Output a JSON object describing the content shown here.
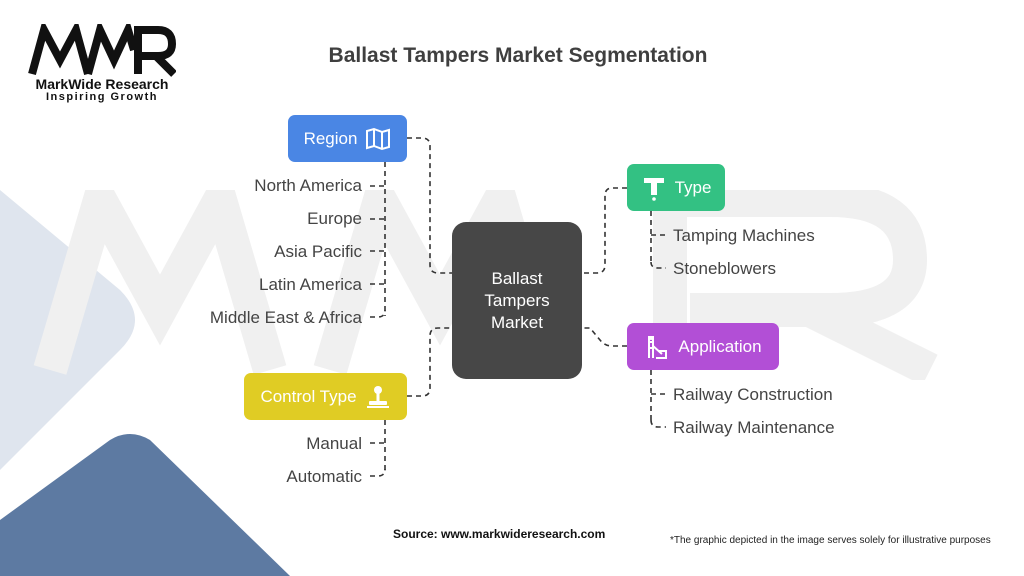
{
  "logo": {
    "mark": "MWR",
    "name": "MarkWide Research",
    "tagline": "Inspiring Growth"
  },
  "title": "Ballast Tampers Market Segmentation",
  "center": {
    "label": "Ballast Tampers Market"
  },
  "segments": {
    "region": {
      "label": "Region",
      "color": "#4a86e4",
      "icon": "map-icon",
      "items": [
        "North America",
        "Europe",
        "Asia Pacific",
        "Latin America",
        "Middle East & Africa"
      ]
    },
    "type": {
      "label": "Type",
      "color": "#33c183",
      "icon": "t-shape-icon",
      "items": [
        "Tamping Machines",
        "Stoneblowers"
      ]
    },
    "application": {
      "label": "Application",
      "color": "#b24fd6",
      "icon": "construction-icon",
      "items": [
        "Railway Construction",
        "Railway Maintenance"
      ]
    },
    "control_type": {
      "label": "Control Type",
      "color": "#e0cc24",
      "icon": "joystick-icon",
      "items": [
        "Manual",
        "Automatic"
      ]
    }
  },
  "footer": {
    "source": "Source: www.markwideresearch.com",
    "disclaimer": "*The graphic depicted in the image serves solely for illustrative purposes"
  }
}
